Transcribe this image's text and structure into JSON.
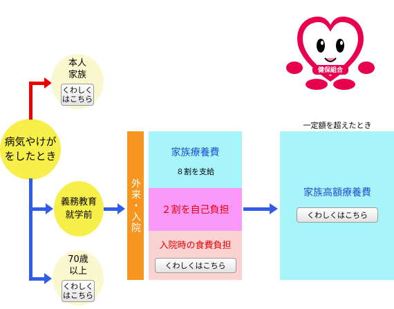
{
  "mascot": {
    "label": "健保組合",
    "icon": "heart-mascot-icon"
  },
  "cause_circle": {
    "line1": "病気やけが",
    "line2": "をしたとき"
  },
  "person_circle": {
    "line1": "本人",
    "line2": "家族",
    "button": "くわしく\nはこちら"
  },
  "school_circle": {
    "line1": "義務教育",
    "line2": "就学前"
  },
  "elderly_circle": {
    "line1": "70歳",
    "line2": "以上",
    "button": "くわしく\nはこちら"
  },
  "care_type": {
    "label": "外来・入院"
  },
  "family_benefit": {
    "title": "家族療養費",
    "subtitle": "８割を支給",
    "self_pay": "２割を自己負担",
    "meal_cost": "入院時の食費負担",
    "button": "くわしくはこちら"
  },
  "high_cost": {
    "caption": "一定額を超えたとき",
    "title": "家族高額療養費",
    "button": "くわしくはこちら"
  },
  "colors": {
    "red_arrow": "#ee0000",
    "blue_arrow": "#2f5de8",
    "orange_bar": "#f7961e",
    "cyan": "#a8f4fb",
    "magenta": "#fb99fb",
    "pink": "#fbd3d3"
  }
}
